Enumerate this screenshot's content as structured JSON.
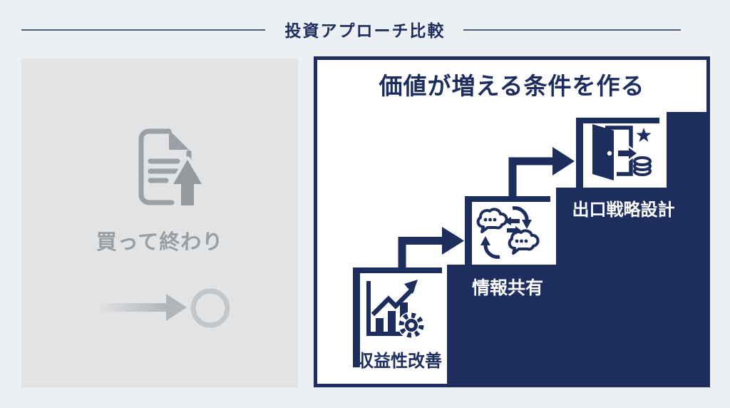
{
  "page": {
    "title": "投資アプローチ比較"
  },
  "left_panel": {
    "label": "買って終わり",
    "icon": "document-upload-icon",
    "flow_icon": "arrow-to-circle-icon"
  },
  "right_panel": {
    "heading": "価値が増える条件を作る",
    "steps": [
      {
        "label": "収益性改善",
        "icon": "growth-chart-gear-icon"
      },
      {
        "label": "情報共有",
        "icon": "chat-exchange-icon"
      },
      {
        "label": "出口戦略設計",
        "icon": "exit-door-reward-icon"
      }
    ]
  },
  "colors": {
    "navy": "#1c2d5e",
    "page_bg": "#edf0f3",
    "panel_gray": "#e1e3e5",
    "muted_gray": "#9aa0a6",
    "muted_text": "#999ea3"
  }
}
